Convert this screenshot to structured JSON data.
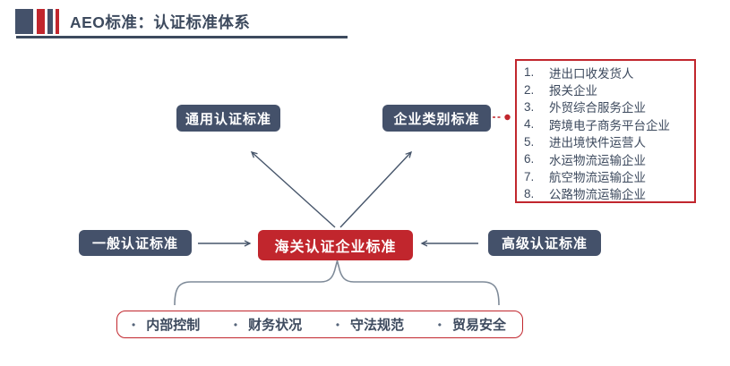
{
  "colors": {
    "slate": "#44516A",
    "red": "#C1262D",
    "ink": "#3D4A5E",
    "line": "#47566B",
    "bracket": "#7E8A98"
  },
  "header": {
    "title": "AEO标准：认证标准体系"
  },
  "diagram": {
    "top_left_node": "通用认证标准",
    "top_right_node": "企业类别标准",
    "center_node": "海关认证企业标准",
    "left_node": "一般认证标准",
    "right_node": "高级认证标准",
    "category_list": [
      "进出口收发货人",
      "报关企业",
      "外贸综合服务企业",
      "跨境电子商务平台企业",
      "进出境快件运营人",
      "水运物流运输企业",
      "航空物流运输企业",
      "公路物流运输企业"
    ],
    "criteria_items": [
      "内部控制",
      "财务状况",
      "守法规范",
      "贸易安全"
    ]
  }
}
